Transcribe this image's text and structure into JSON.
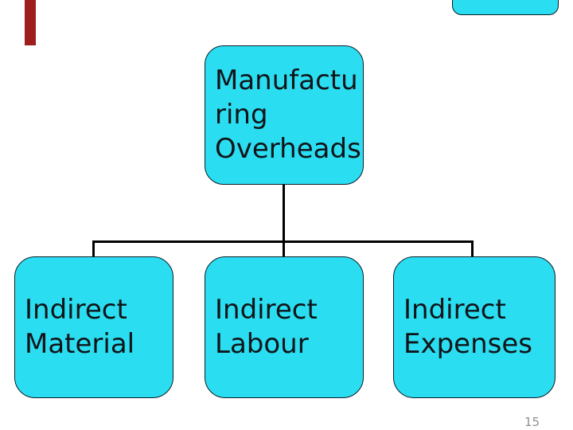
{
  "page": {
    "number": "15"
  },
  "decorations": {
    "red_bar_color": "#9e1e1e",
    "corner_fragment_color": "#2bddf0"
  },
  "diagram": {
    "type": "hierarchy",
    "colors": {
      "fill": "#2bddf0",
      "border": "#0a1e28",
      "connector": "#000000",
      "text": "#101419",
      "pagenum": "#8e9092",
      "red": "#9e1e1e"
    },
    "root": {
      "label": "Manufacturing Overheads",
      "lines": [
        "Manufactu",
        "ring",
        "Overheads"
      ]
    },
    "children": [
      {
        "label": "Indirect Material",
        "lines": [
          "Indirect",
          "Material"
        ]
      },
      {
        "label": "Indirect Labour",
        "lines": [
          "Indirect",
          "Labour"
        ]
      },
      {
        "label": "Indirect Expenses",
        "lines": [
          "Indirect",
          "Expenses"
        ]
      }
    ]
  }
}
